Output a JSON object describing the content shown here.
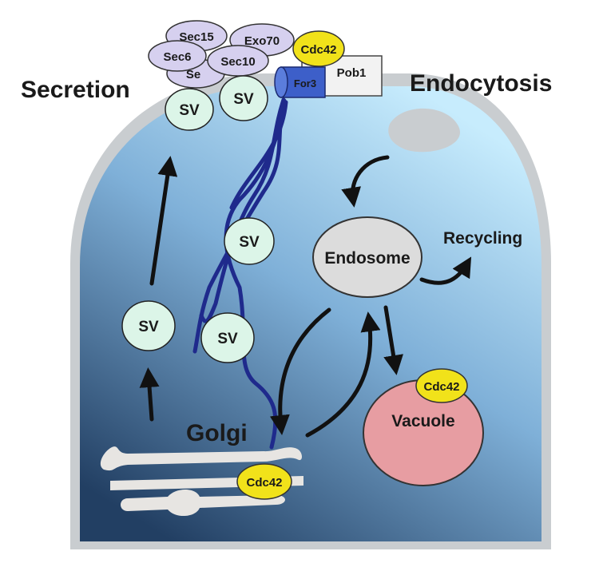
{
  "labels": {
    "secretion": "Secretion",
    "endocytosis": "Endocytosis",
    "recycling": "Recycling",
    "endosome": "Endosome",
    "vacuole": "Vacuole",
    "golgi": "Golgi",
    "for3": "For3",
    "pob1": "Pob1"
  },
  "exocyst": {
    "sec15": "Sec15",
    "exo70": "Exo70",
    "sec6": "Sec6",
    "sec10": "Sec10",
    "sec_partial": "Se"
  },
  "vesicles": [
    "SV",
    "SV",
    "SV",
    "SV",
    "SV"
  ],
  "cdc42": [
    "Cdc42",
    "Cdc42",
    "Cdc42"
  ],
  "colors": {
    "cell_wall": "#c9cdd0",
    "cytoplasm_light": "#bfe6fb",
    "cytoplasm_dark": "#2a4f78",
    "vesicle": "#dcf5e8",
    "cdc42": "#f1e21a",
    "exocyst": "#d6d0ef",
    "for3": "#3d5fc9",
    "actin": "#1f2a8c",
    "endosome": "#dcdcdc",
    "vacuole": "#e79da2",
    "golgi": "#e7e5e2"
  }
}
